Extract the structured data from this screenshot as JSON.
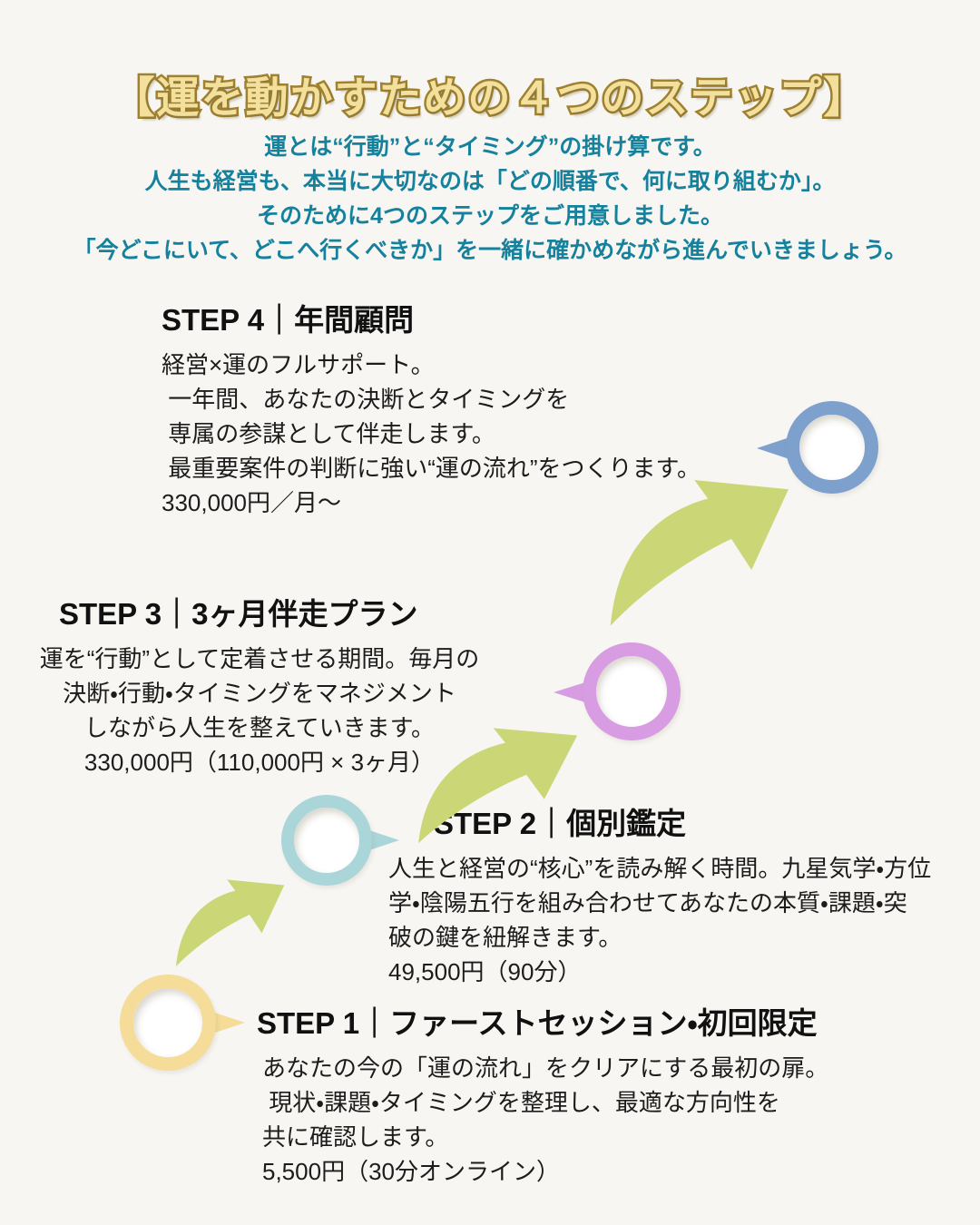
{
  "title": "【運を動かすための４つのステップ】",
  "intro": {
    "lines": [
      "運とは“行動”と“タイミング”の掛け算です。",
      "人生も経営も、本当に大切なのは「どの順番で、何に取り組むか」。",
      "そのために4つのステップをご用意しました。",
      "「今どこにいて、どこへ行くべきか」を一緒に確かめながら進んでいきましょう。"
    ]
  },
  "steps": [
    {
      "heading": "STEP 4｜年間顧問",
      "lines": [
        "経営×運のフルサポート。",
        " 一年間、あなたの決断とタイミングを",
        " 専属の参謀として伴走します。",
        " 最重要案件の判断に強い“運の流れ”をつくります。",
        "330,000円／月〜"
      ],
      "price": "330,000円／月〜",
      "marker_color": "#7da0cd"
    },
    {
      "heading": "STEP 3｜3ヶ月伴走プラン",
      "lines": [
        "運を“行動”として定着させる期間。毎月の",
        "決断・行動・タイミングをマネジメント",
        "しながら人生を整えていきます。",
        "330,000円（110,000円 × 3ヶ月）"
      ],
      "price": "330,000円（110,000円 × 3ヶ月）",
      "marker_color": "#d79ce2"
    },
    {
      "heading": "STEP 2｜個別鑑定",
      "lines": [
        "人生と経営の“核心”を読み解く時間。九星気学・方位",
        "学・陰陽五行を組み合わせてあなたの本質・課題・突",
        "破の鍵を紐解きます。",
        "49,500円（90分）"
      ],
      "price": "49,500円（90分）",
      "marker_color": "#aad6d9"
    },
    {
      "heading": "STEP 1｜ファーストセッション・初回限定",
      "lines": [
        "あなたの今の「運の流れ」をクリアにする最初の扉。",
        " 現状・課題・タイミングを整理し、最適な方向性を",
        "共に確認します。",
        "5,500円（30分オンライン）"
      ],
      "price": "5,500円（30分オンライン）",
      "marker_color": "#f6dc99"
    }
  ],
  "colors": {
    "background": "#f7f6f2",
    "title_fill": "#f3e09d",
    "title_outline": "#9f8130",
    "intro_text": "#16819d",
    "body_text": "#1c1c1c",
    "arrow_green": "#cbd677",
    "marker_step4_blue": "#7da0cd",
    "marker_step3_purple": "#d79ce2",
    "marker_step2_teal": "#aad6d9",
    "marker_step1_yellow": "#f6dc99"
  }
}
